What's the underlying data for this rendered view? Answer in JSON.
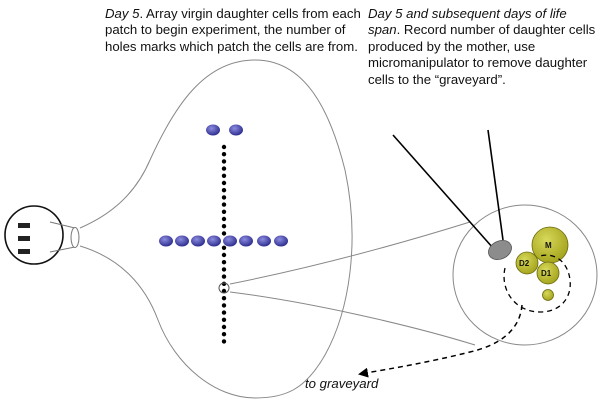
{
  "captions": {
    "left_day": "Day 5",
    "left_text": ". Array virgin daughter cells from each patch to begin experiment, the number of holes marks which patch the cells are from.",
    "right_day": "Day 5 and subsequent days of life span",
    "right_text": ". Record number of daughter cells produced by the mother, use micromanipulator to remove daughter cells to the “graveyard”."
  },
  "arrow_label": "to graveyard",
  "cells": {
    "mother": "M",
    "daughter_1": "D1",
    "daughter_2": "D2"
  },
  "colors": {
    "outline": "#8a8a8a",
    "virgin_cells": "#3a3aa0",
    "yeast_cells": "#b5b52a",
    "needle_tip": "#8c8c8c",
    "ink": "#000000"
  },
  "icons": [
    "plate-icon",
    "patch-mark-icon",
    "needle-icon",
    "arrow-icon"
  ]
}
